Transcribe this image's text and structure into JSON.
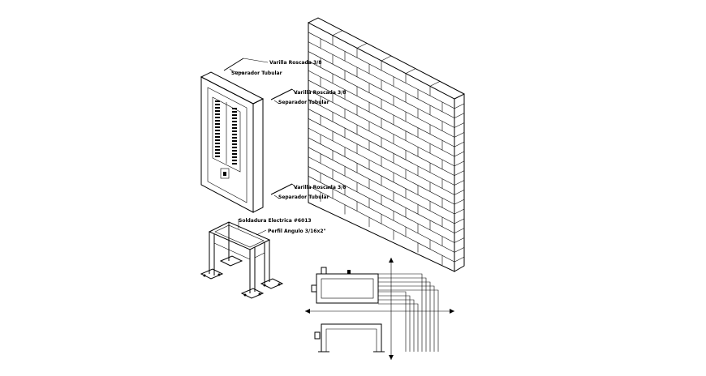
{
  "labels": {
    "panel_rod_top": "Varilla Roscada 3/8",
    "panel_sep_top": "Separador Tubular",
    "wall_rod_top": "Varilla Roscada 3/8",
    "wall_sep_top": "Separador Tubular",
    "wall_rod_bottom": "Varilla Roscada 3/8",
    "wall_sep_bottom": "Separador Tubular",
    "stand_weld": "Soldadura Electrica #6013",
    "stand_angle": "Perfil Angulo 3/16x2\""
  },
  "colors": {
    "line": "#000000",
    "background": "#ffffff"
  }
}
